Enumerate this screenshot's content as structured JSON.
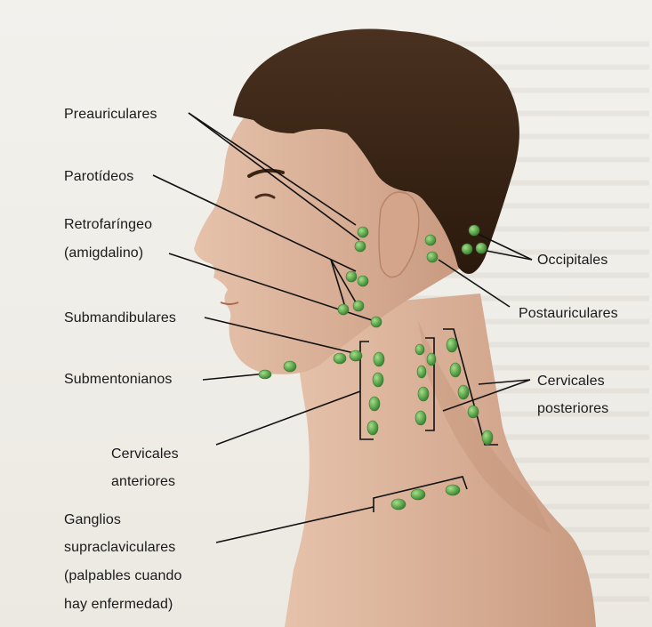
{
  "labels": {
    "preauriculares": "Preauriculares",
    "parotideos": "Parotídeos",
    "retrofaringeo_1": "Retrofaríngeo",
    "retrofaringeo_2": "(amigdalino)",
    "submandibulares": "Submandibulares",
    "submentonianos": "Submentonianos",
    "cervicales_anteriores_1": "Cervicales",
    "cervicales_anteriores_2": "anteriores",
    "ganglios_1": "Ganglios",
    "ganglios_2": "supraclaviculares",
    "ganglios_3": "(palpables cuando",
    "ganglios_4": "hay enfermedad)",
    "occipitales": "Occipitales",
    "postauriculares": "Postauriculares",
    "cervicales_posteriores_1": "Cervicales",
    "cervicales_posteriores_2": "posteriores"
  },
  "colors": {
    "node": "#5ea84e",
    "node_highlight": "#9ad27f",
    "skin": "#d9b199",
    "hair": "#3a2414",
    "line": "#111111"
  }
}
